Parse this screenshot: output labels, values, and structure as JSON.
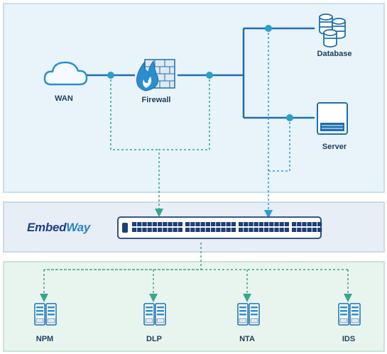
{
  "nodes": {
    "wan": "WAN",
    "firewall": "Firewall",
    "database": "Database",
    "server": "Server"
  },
  "brand": {
    "part1": "Embed",
    "part2": "Way"
  },
  "tools": [
    "NPM",
    "DLP",
    "NTA",
    "IDS"
  ],
  "colors": {
    "solid_line": "#1e6fae",
    "dashed_line": "#3aa58a",
    "dashed_line_blue": "#2e9bd6",
    "node_dot": "#2aa0c8",
    "icon_fill": "#2a8fd0"
  }
}
